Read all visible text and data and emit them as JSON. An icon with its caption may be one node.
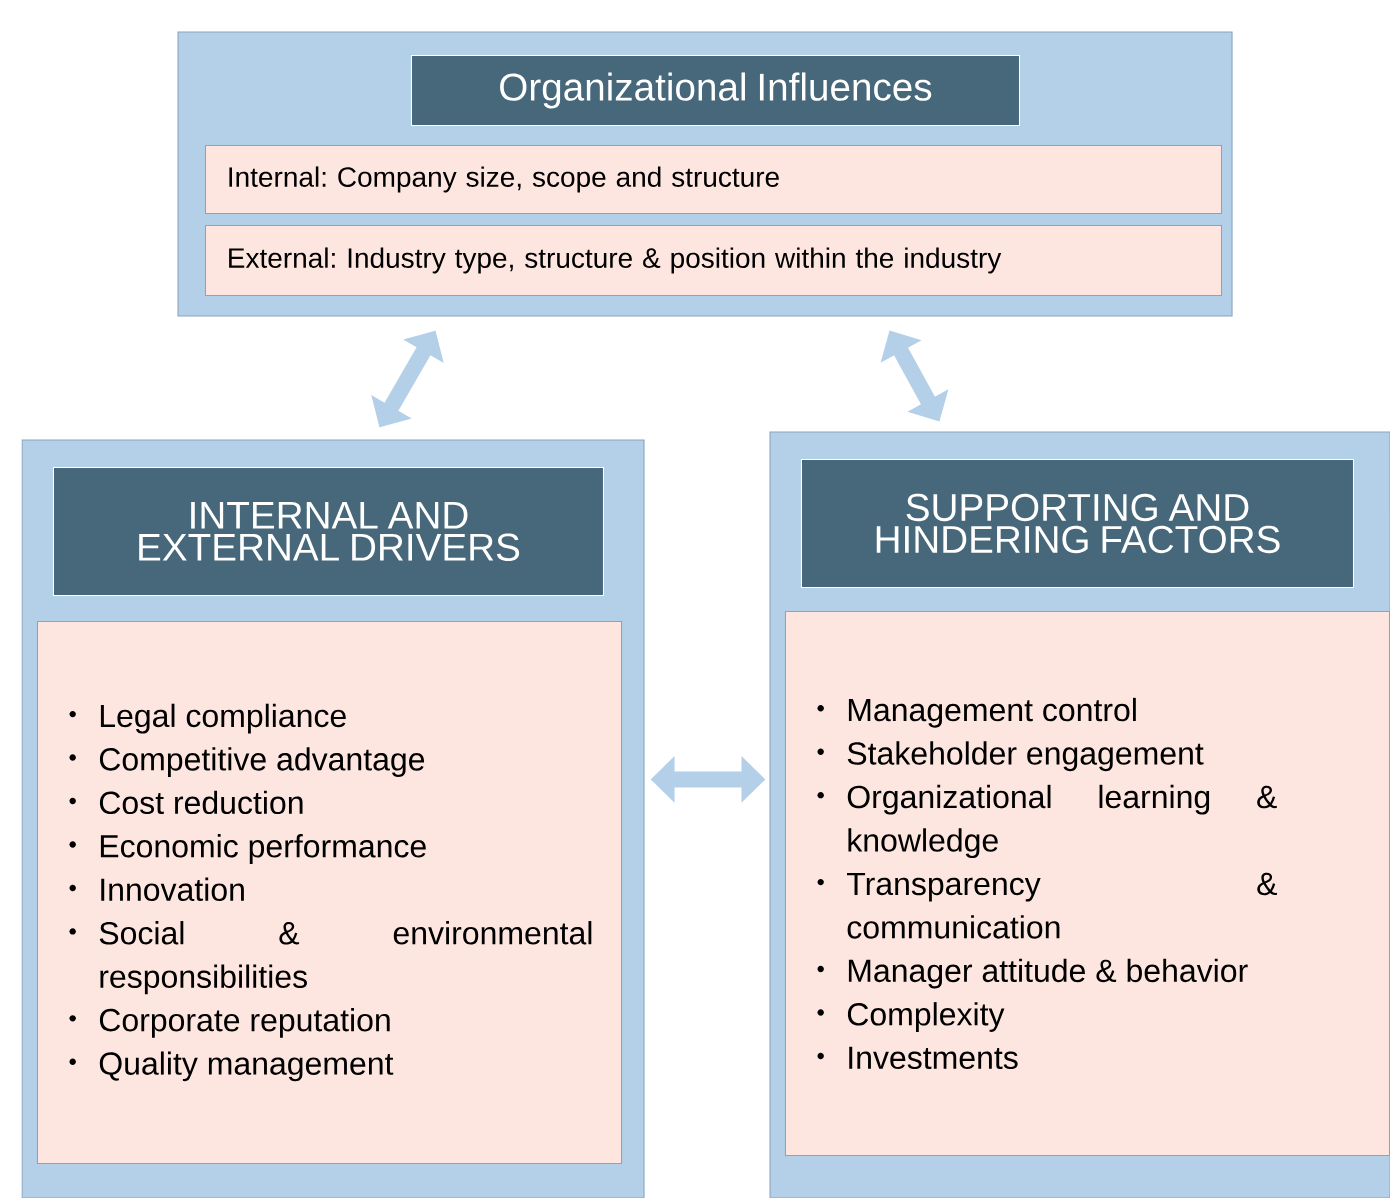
{
  "diagram": {
    "nodes": [
      {
        "text": [],
        "shape": "box"
      },
      {
        "text": [
          "Organizational Influences"
        ],
        "in": 0
      },
      {
        "text": [
          "Internal: Company size, scope and structure"
        ],
        "in": 0
      },
      {
        "text": [
          "External: Industry type, structure & position within the industry"
        ],
        "in": 0
      },
      {
        "text": [],
        "shape": "box"
      },
      {
        "text": [
          "INTERNAL AND EXTERNAL DRIVERS"
        ],
        "in": 4
      },
      {
        "text": [
          "Legal compliance",
          "Competitive advantage",
          "Cost reduction",
          "Economic performance",
          "Innovation",
          "Social & environmental responsibilities",
          "Corporate reputation",
          "Quality management"
        ],
        "in": 4
      },
      {
        "text": [],
        "shape": "box"
      },
      {
        "text": [
          "SUPPORTING AND HINDERING FACTORS"
        ],
        "in": 7
      },
      {
        "text": [
          "Management control",
          "Stakeholder engagement",
          "Organizational learning & knowledge",
          "Transparency & communication",
          "Manager attitude & behavior",
          "Complexity",
          "Investments"
        ],
        "in": 7
      }
    ],
    "edges": [
      {
        "from": 0,
        "to": 4,
        "arrow": "both"
      },
      {
        "from": 0,
        "to": 7,
        "arrow": "both"
      },
      {
        "from": 4,
        "to": 7,
        "arrow": "both"
      }
    ]
  }
}
